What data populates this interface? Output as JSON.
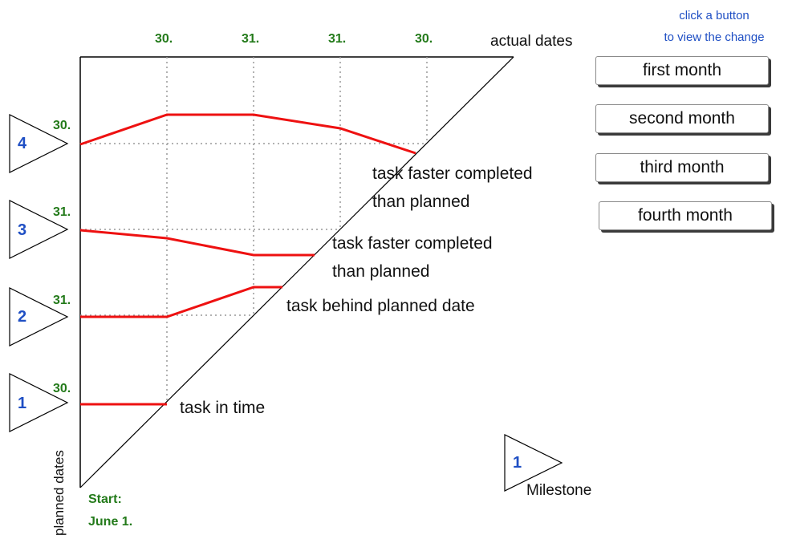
{
  "hint_line1": "click a button",
  "hint_line2": "to view the change",
  "buttons": [
    "first month",
    "second month",
    "third month",
    "fourth month"
  ],
  "axis": {
    "top_label": "actual dates",
    "left_label": "planned dates",
    "top_ticks": [
      "30.",
      "31.",
      "31.",
      "30."
    ]
  },
  "milestones": [
    {
      "number": "1",
      "date": "30."
    },
    {
      "number": "2",
      "date": "31."
    },
    {
      "number": "3",
      "date": "31."
    },
    {
      "number": "4",
      "date": "30."
    }
  ],
  "start_label": [
    "Start:",
    "June 1."
  ],
  "annotations": {
    "m1": "task in time",
    "m2": "task behind planned date",
    "m3_line1": "task faster completed",
    "m3_line2": "than planned",
    "m4_line1": "task faster completed",
    "m4_line2": "than planned"
  },
  "legend": {
    "number": "1",
    "label": "Milestone"
  },
  "colors": {
    "trend": "#ee1111",
    "accent_green": "#237a1a",
    "number_blue": "#1f4fc4"
  }
}
